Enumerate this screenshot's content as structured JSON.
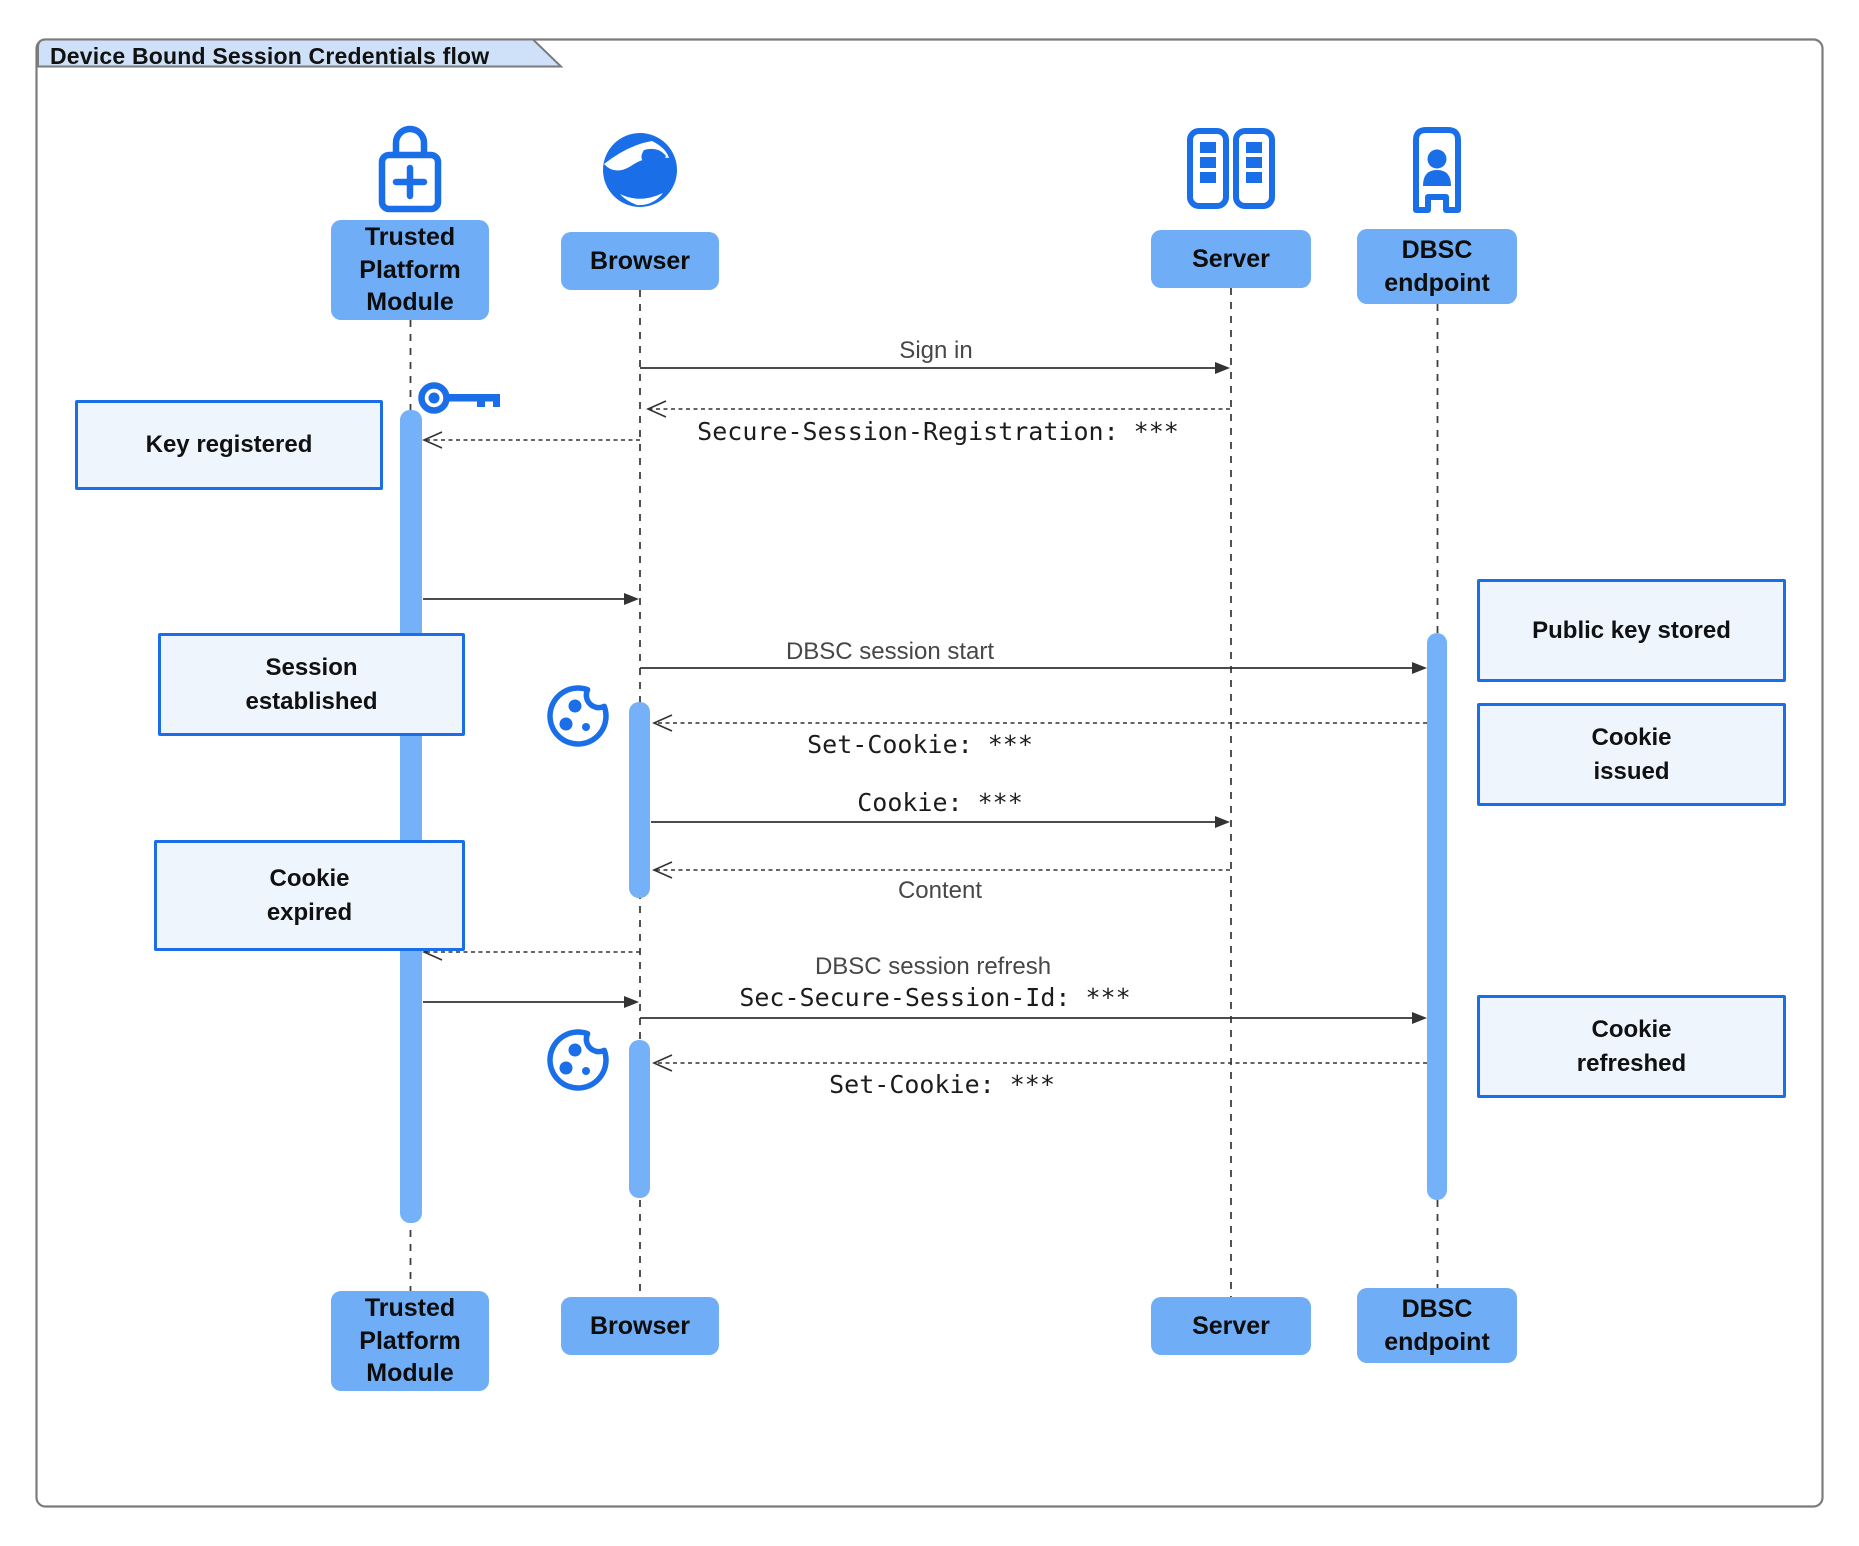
{
  "title": "Device Bound Session Credentials flow",
  "participants": {
    "tpm": {
      "label": "Trusted\nPlatform\nModule",
      "icon": "lock-plus-icon"
    },
    "browser": {
      "label": "Browser",
      "icon": "globe-icon"
    },
    "server": {
      "label": "Server",
      "icon": "server-racks-icon"
    },
    "dbsc": {
      "label": "DBSC\nendpoint",
      "icon": "person-booth-icon"
    }
  },
  "messages": {
    "sign_in": "Sign in",
    "secure_session_registration": "Secure-Session-Registration: ***",
    "dbsc_session_start": "DBSC session start",
    "set_cookie_1": "Set-Cookie: ***",
    "cookie": "Cookie: ***",
    "content": "Content",
    "dbsc_session_refresh": "DBSC session refresh",
    "sec_secure_session_id": "Sec-Secure-Session-Id: ***",
    "set_cookie_2": "Set-Cookie: ***"
  },
  "notes": {
    "key_registered": "Key registered",
    "session_established": "Session\nestablished",
    "cookie_expired": "Cookie\nexpired",
    "public_key_stored": "Public key stored",
    "cookie_issued": "Cookie\nissued",
    "cookie_refreshed": "Cookie\nrefreshed"
  },
  "colors": {
    "accent_blue": "#1a6fe8",
    "label_fill": "#6fadf7",
    "activation_fill": "#74b1f8",
    "note_fill": "#eef5fd",
    "note_border": "#1a6fe8",
    "title_tab_fill": "#cfe1f8",
    "frame_border": "#7b7b7b",
    "arrow_color": "#333333"
  },
  "icons": [
    "lock-plus-icon",
    "globe-icon",
    "server-racks-icon",
    "person-booth-icon",
    "key-icon",
    "cookie-icon"
  ]
}
